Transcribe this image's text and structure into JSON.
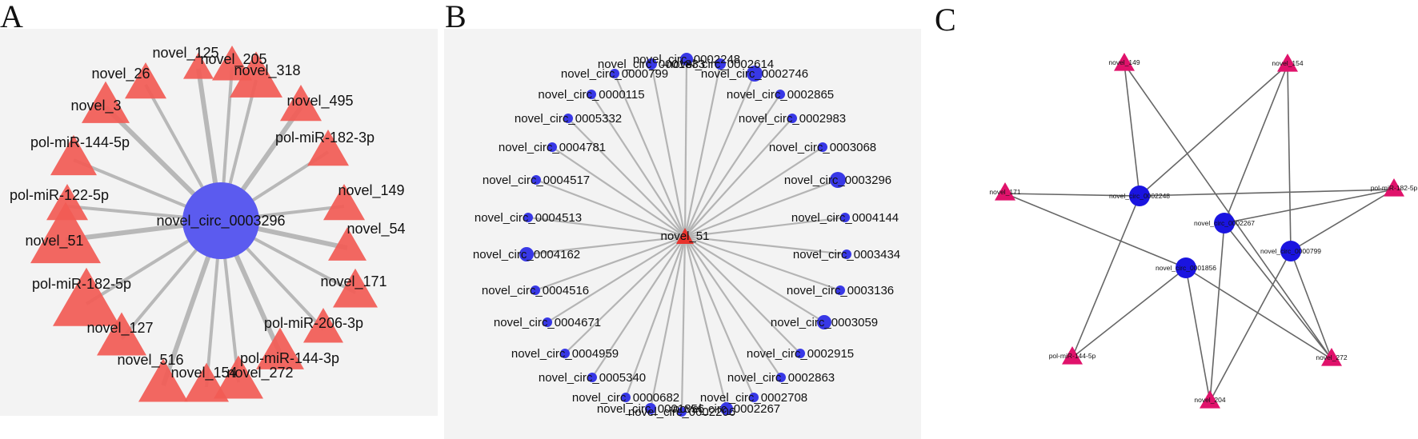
{
  "panels": {
    "a": {
      "letter": "A",
      "hub": "novel_circ_0003296",
      "colors": {
        "hub": "#5b5bef",
        "node": "#f25b55",
        "edge": "#b8b8b8",
        "bg": "#f3f3f3"
      },
      "nodes": [
        "novel_125",
        "novel_205",
        "novel_318",
        "novel_495",
        "pol-miR-182-3p",
        "novel_149",
        "novel_54",
        "novel_171",
        "pol-miR-206-3p",
        "pol-miR-144-3p",
        "novel_272",
        "novel_154",
        "novel_516",
        "novel_127",
        "pol-miR-182-5p",
        "novel_51",
        "pol-miR-122-5p",
        "pol-miR-144-5p",
        "novel_3",
        "novel_26"
      ]
    },
    "b": {
      "letter": "B",
      "hub": "novel_51",
      "colors": {
        "hub": "#e8322c",
        "node": "#3838e6",
        "edge": "#b4b4b4",
        "bg": "#f3f3f3"
      },
      "nodes": [
        "novel_circ_0002248",
        "novel_circ_0002614",
        "novel_circ_0002746",
        "novel_circ_0002865",
        "novel_circ_0002983",
        "novel_circ_0003068",
        "novel_circ_0003296",
        "novel_circ_0004144",
        "novel_circ_0003434",
        "novel_circ_0003136",
        "novel_circ_0003059",
        "novel_circ_0002915",
        "novel_circ_0002863",
        "novel_circ_0002708",
        "novel_circ_0002267",
        "novel_circ_0002206",
        "novel_circ_0001856",
        "novel_circ_0000682",
        "novel_circ_0005340",
        "novel_circ_0004959",
        "novel_circ_0004671",
        "novel_circ_0004516",
        "novel_circ_0004162",
        "novel_circ_0004513",
        "novel_circ_0004517",
        "novel_circ_0004781",
        "novel_circ_0005332",
        "novel_circ_0000115",
        "novel_circ_0000799",
        "novel_circ_0001833"
      ]
    },
    "c": {
      "letter": "C",
      "colors": {
        "circ": "#1a14e0",
        "mirna": "#e0126b",
        "edge": "#666666"
      },
      "circs": [
        "novel_circ_0002248",
        "novel_circ_0002267",
        "novel_circ_0000799",
        "novel_circ_0001856"
      ],
      "mirnas": [
        "novel_149",
        "novel_154",
        "novel_171",
        "pol-miR-182-5p",
        "pol-miR-144-5p",
        "novel_272",
        "novel_204"
      ],
      "edges": [
        [
          "novel_circ_0002248",
          "novel_149"
        ],
        [
          "novel_circ_0002248",
          "novel_154"
        ],
        [
          "novel_circ_0002248",
          "novel_171"
        ],
        [
          "novel_circ_0002248",
          "pol-miR-182-5p"
        ],
        [
          "novel_circ_0002248",
          "pol-miR-144-5p"
        ],
        [
          "novel_circ_0002267",
          "novel_154"
        ],
        [
          "novel_circ_0002267",
          "pol-miR-182-5p"
        ],
        [
          "novel_circ_0002267",
          "novel_204"
        ],
        [
          "novel_circ_0002267",
          "novel_272"
        ],
        [
          "novel_circ_0000799",
          "novel_154"
        ],
        [
          "novel_circ_0000799",
          "pol-miR-182-5p"
        ],
        [
          "novel_circ_0000799",
          "novel_272"
        ],
        [
          "novel_circ_0000799",
          "novel_204"
        ],
        [
          "novel_circ_0001856",
          "novel_171"
        ],
        [
          "novel_circ_0001856",
          "pol-miR-144-5p"
        ],
        [
          "novel_circ_0001856",
          "novel_204"
        ],
        [
          "novel_circ_0001856",
          "novel_272"
        ],
        [
          "novel_149",
          "novel_272"
        ]
      ]
    }
  }
}
